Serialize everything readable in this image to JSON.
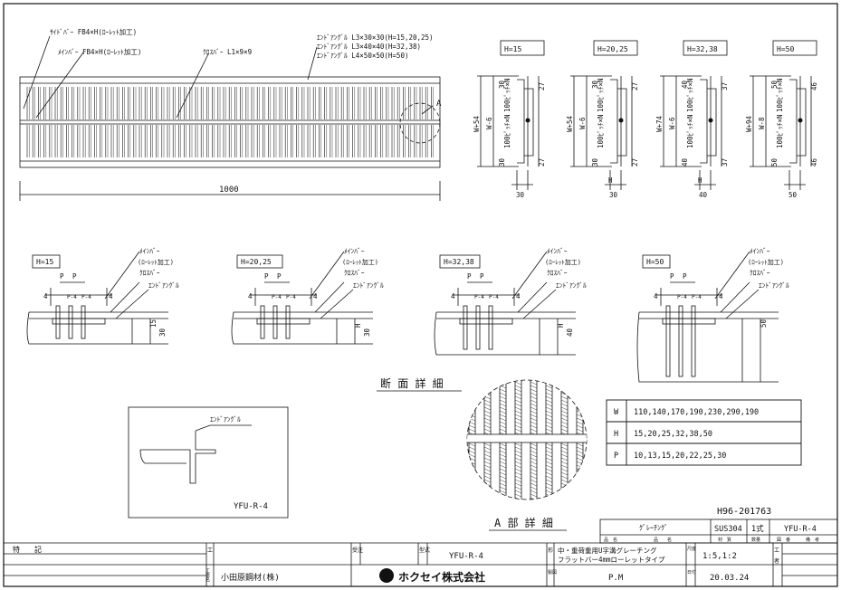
{
  "plan": {
    "side_bar": "ｻｲﾄﾞﾊﾞｰ FB4×H(ﾛｰﾚｯﾄ加工)",
    "main_bar": "ﾒｲﾝﾊﾞｰ FB4×H(ﾛｰﾚｯﾄ加工)",
    "cross_bar": "ｸﾛｽﾊﾞｰ L1×9×9",
    "end_angle_1": "ｴﾝﾄﾞｱﾝｸﾞﾙ L3×30×30(H=15,20,25)",
    "end_angle_2": "ｴﾝﾄﾞｱﾝｸﾞﾙ L3×40×40(H=32,38)",
    "end_angle_3": "ｴﾝﾄﾞｱﾝｸﾞﾙ L4×50×50(H=50)",
    "detail_mark": "A",
    "length": "1000"
  },
  "side_views": [
    {
      "h_label": "H=15",
      "w_label": "W+54",
      "w6": "W-6",
      "top": "30",
      "bot": "30",
      "r_top": "27",
      "r_bot": "27",
      "btm": "30",
      "pitch": "100ﾋﾟｯﾁ×N"
    },
    {
      "h_label": "H=20,25",
      "w_label": "W+54",
      "w6": "W-6",
      "top": "30",
      "bot": "30",
      "r_top": "27",
      "r_bot": "27",
      "btm": "30",
      "h_dim": "H",
      "pitch": "100ﾋﾟｯﾁ×N"
    },
    {
      "h_label": "H=32,38",
      "w_label": "W+74",
      "w6": "W-6",
      "top": "40",
      "bot": "40",
      "r_top": "37",
      "r_bot": "37",
      "btm": "40",
      "h_dim": "H",
      "pitch": "100ﾋﾟｯﾁ×N"
    },
    {
      "h_label": "H=50",
      "w_label": "W+94",
      "w6": "W-8",
      "top": "50",
      "bot": "50",
      "r_top": "46",
      "r_bot": "46",
      "btm": "50",
      "pitch": "100ﾋﾟｯﾁ×N"
    }
  ],
  "sections": [
    {
      "h_label": "H=15",
      "main_bar": "ﾒｲﾝﾊﾞｰ",
      "main_bar2": "(ﾛｰﾚｯﾄ加工)",
      "cross_bar": "ｸﾛｽﾊﾞｰ",
      "end_angle": "ｴﾝﾄﾞｱﾝｸﾞﾙ",
      "p": "P",
      "pm4": "P-4",
      "four": "4",
      "dim1": "15",
      "dim2": "30"
    },
    {
      "h_label": "H=20,25",
      "main_bar": "ﾒｲﾝﾊﾞｰ",
      "main_bar2": "(ﾛｰﾚｯﾄ加工)",
      "cross_bar": "ｸﾛｽﾊﾞｰ",
      "end_angle": "ｴﾝﾄﾞｱﾝｸﾞﾙ",
      "p": "P",
      "pm4": "P-4",
      "four": "4",
      "dim1": "H",
      "dim2": "30"
    },
    {
      "h_label": "H=32,38",
      "main_bar": "ﾒｲﾝﾊﾞｰ",
      "main_bar2": "(ﾛｰﾚｯﾄ加工)",
      "cross_bar": "ｸﾛｽﾊﾞｰ",
      "end_angle": "ｴﾝﾄﾞｱﾝｸﾞﾙ",
      "p": "P",
      "pm4": "P-4",
      "four": "4",
      "dim1": "H",
      "dim2": "40"
    },
    {
      "h_label": "H=50",
      "main_bar": "ﾒｲﾝﾊﾞｰ",
      "main_bar2": "(ﾛｰﾚｯﾄ加工)",
      "cross_bar": "ｸﾛｽﾊﾞｰ",
      "end_angle": "ｴﾝﾄﾞｱﾝｸﾞﾙ",
      "p": "P",
      "pm4": "P-4",
      "four": "4",
      "dim1": "50"
    }
  ],
  "section_title": "断 面 詳 細",
  "detail_title": "A 部 詳 細",
  "inset": {
    "label": "ｴﾝﾄﾞｱﾝｸﾞﾙ",
    "code": "YFU-R-4"
  },
  "spec_table": [
    {
      "key": "W",
      "value": "110,140,170,190,230,290,190"
    },
    {
      "key": "H",
      "value": "15,20,25,32,38,50"
    },
    {
      "key": "P",
      "value": "10,13,15,20,22,25,30"
    }
  ],
  "title_block": {
    "drawing_no": "H96-201763",
    "item": "ｸﾞﾚｰﾁﾝｸﾞ",
    "material": "SUS304",
    "qty": "1式",
    "code": "YFU-R-4",
    "h_hinmei": "品　名",
    "h_hinmoku": "品　　名",
    "h_zaishitsu": "材　質",
    "h_suryo": "数量",
    "h_zuban": "図　番",
    "h_biko": "備　考",
    "remarks_label": "特　　記",
    "kou": "工",
    "kouji": "工事名",
    "juchu": "受注",
    "katashiki": "型式",
    "katashiki_val": "YFU-R-4",
    "name_line1": "中・重荷重用U字溝グレーチング",
    "name_line2": "フラットバー4mmローレットタイプ",
    "scale_label": "尺度",
    "scale": "1:5,1:2",
    "kou2": "工",
    "sha": "者",
    "client": "小田原鋼材(株)",
    "drawer_label": "製図",
    "drawer": "P.M",
    "date_label": "日付",
    "date": "20.03.24",
    "company": "ホクセイ株式会社",
    "kata": "形"
  }
}
